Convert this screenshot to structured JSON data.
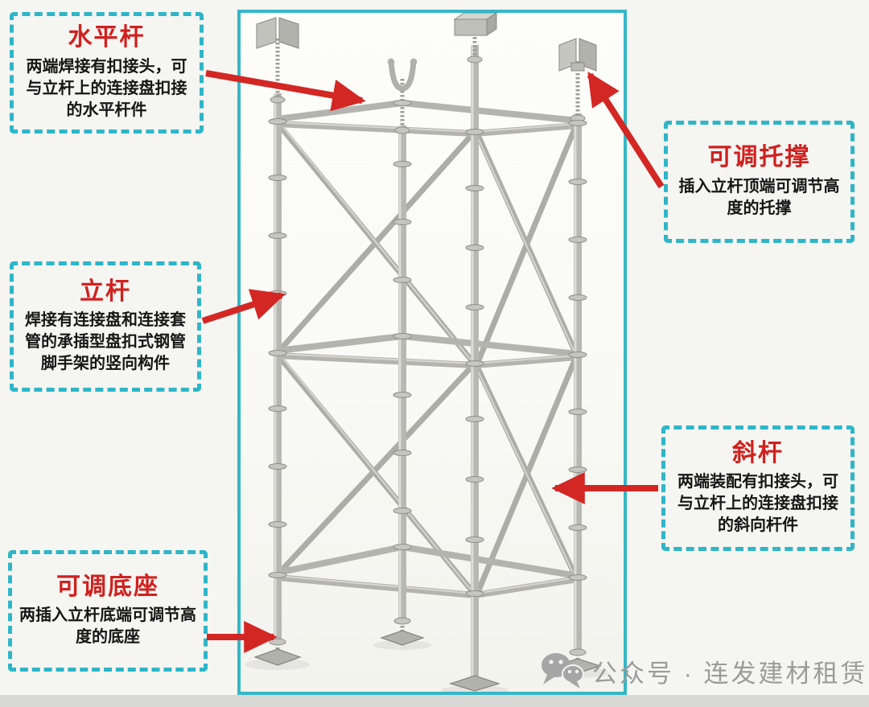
{
  "colors": {
    "accent_cyan": "#2eb6c8",
    "accent_red": "#d32724",
    "title_red": "#d0211e",
    "body_text": "#161616",
    "watermark_gray": "#9b9b9b",
    "photo_border": "#35b7c8",
    "background": "#f5f5f2"
  },
  "labels": {
    "horizontal_bar": {
      "title": "水平杆",
      "desc": "两端焊接有扣接头，可与立杆上的连接盘扣接的水平杆件"
    },
    "top_support": {
      "title": "可调托撑",
      "desc": "插入立杆顶端可调节高度的托撑"
    },
    "vertical_pole": {
      "title": "立杆",
      "desc": "焊接有连接盘和连接套管的承插型盘扣式钢管脚手架的竖向构件"
    },
    "diagonal_bar": {
      "title": "斜杆",
      "desc": "两端装配有扣接头，可与立杆上的连接盘扣接的斜向杆件"
    },
    "base": {
      "title": "可调底座",
      "desc": "两插入立杆底端可调节高度的底座"
    }
  },
  "watermark": {
    "icon": "wechat-icon",
    "text": "公众号 · 连发建材租赁"
  }
}
